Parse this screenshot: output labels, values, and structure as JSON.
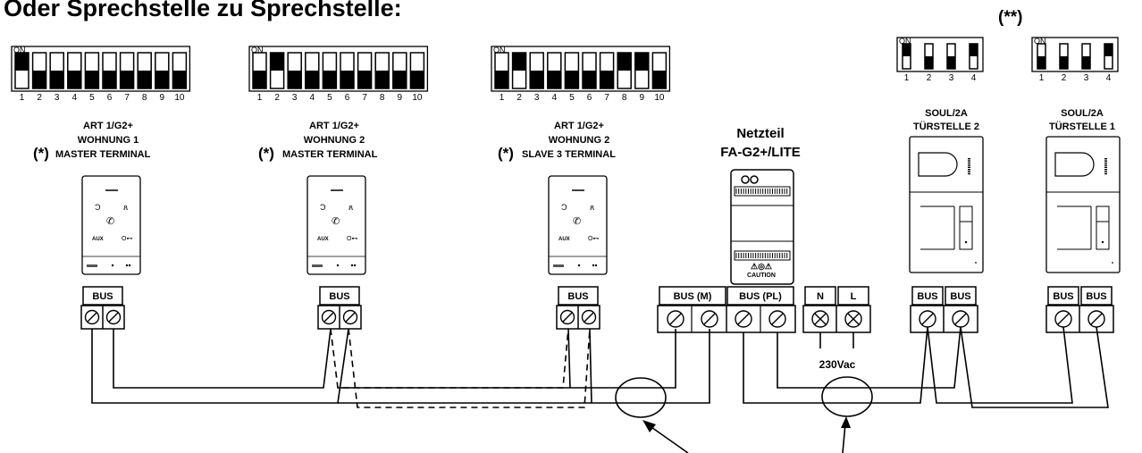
{
  "heading": "Oder Sprechstelle zu Sprechstelle:",
  "note_top_right": "(**)",
  "dip_on_label": "ON",
  "monitors": [
    {
      "model": "ART 1/G2+",
      "unit": "WOHNUNG 1",
      "marker": "(*)",
      "role": "MASTER TERMINAL",
      "dip_positions": 10,
      "dip_on": [
        1
      ],
      "bus_label": "BUS",
      "panel_labels": [
        "AUX"
      ]
    },
    {
      "model": "ART 1/G2+",
      "unit": "WOHNUNG 2",
      "marker": "(*)",
      "role": "MASTER TERMINAL",
      "dip_positions": 10,
      "dip_on": [
        2
      ],
      "bus_label": "BUS",
      "panel_labels": [
        "AUX"
      ]
    },
    {
      "model": "ART 1/G2+",
      "unit": "WOHNUNG 2",
      "marker": "(*)",
      "role": "SLAVE 3 TERMINAL",
      "dip_positions": 10,
      "dip_on": [
        2,
        8,
        9
      ],
      "bus_label": "BUS",
      "panel_labels": [
        "AUX"
      ]
    }
  ],
  "power_supply": {
    "title": "Netzteil",
    "model": "FA-G2+/LITE",
    "caution": "CAUTION",
    "terminal_labels": [
      "BUS (M)",
      "BUS (PL)",
      "N",
      "L"
    ],
    "mains_label": "230Vac"
  },
  "door_panels": [
    {
      "model": "SOUL/2A",
      "name": "TÜRSTELLE 2",
      "dip_positions": 4,
      "dip_on": [
        1,
        4
      ],
      "bus_labels": [
        "BUS",
        "BUS"
      ]
    },
    {
      "model": "SOUL/2A",
      "name": "TÜRSTELLE 1",
      "dip_positions": 4,
      "dip_on": [
        4
      ],
      "bus_labels": [
        "BUS",
        "BUS"
      ]
    }
  ]
}
